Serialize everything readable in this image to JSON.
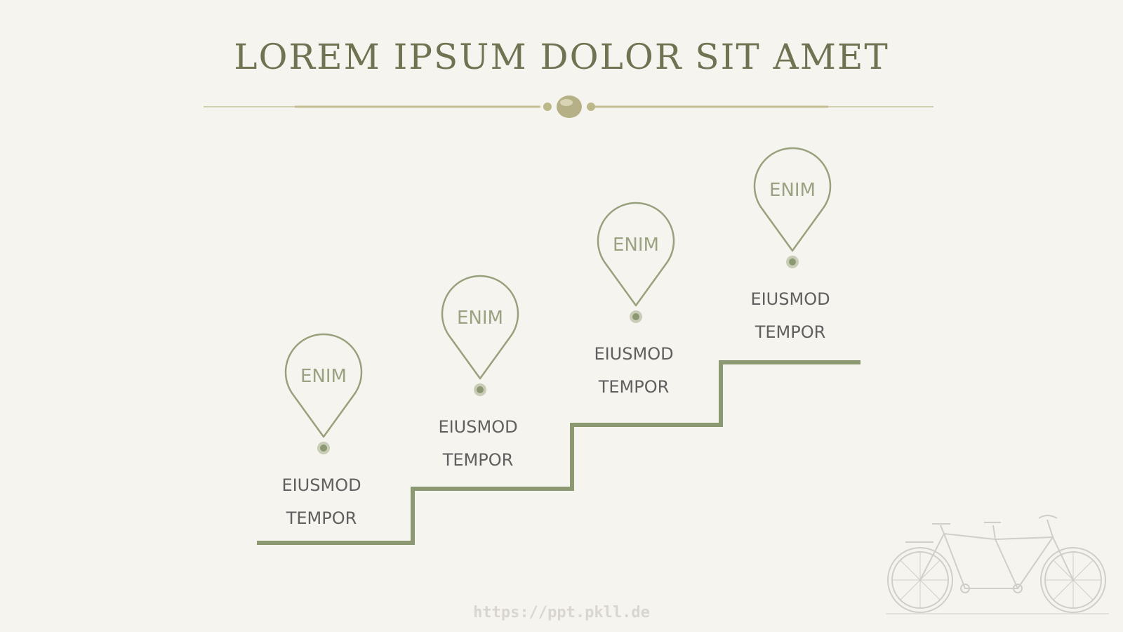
{
  "title": "LOREM IPSUM DOLOR SIT AMET",
  "steps": [
    {
      "pin_label": "ENIM",
      "line1": "EIUSMOD",
      "line2": "TEMPOR"
    },
    {
      "pin_label": "ENIM",
      "line1": "EIUSMOD",
      "line2": "TEMPOR"
    },
    {
      "pin_label": "ENIM",
      "line1": "EIUSMOD",
      "line2": "TEMPOR"
    },
    {
      "pin_label": "ENIM",
      "line1": "EIUSMOD",
      "line2": "TEMPOR"
    }
  ],
  "footer_url": "https://ppt.pkll.de",
  "colors": {
    "background": "#f6f4ef",
    "title": "#6f7352",
    "stair": "#8c9872",
    "pin_outline": "#98a07c",
    "pin_text": "#9aa282",
    "body_text": "#5f5f5f",
    "divider": "#c7c39c"
  },
  "icons": [
    "map-pin-icon",
    "tandem-bicycle-illustration",
    "ornamental-divider"
  ]
}
